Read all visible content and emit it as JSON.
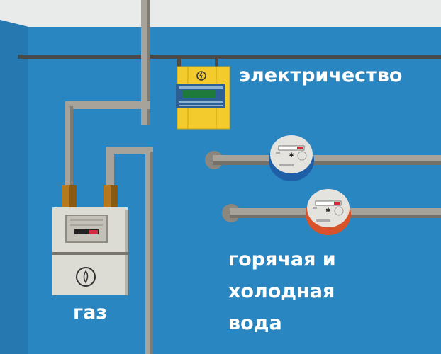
{
  "labels": {
    "electricity": "электричество",
    "gas": "газ",
    "water_line1": "горячая и",
    "water_line2": "холодная",
    "water_line3": "вода"
  },
  "colors": {
    "wall": "#2a86c0",
    "ceiling": "#e9eaea",
    "pipe": "#a8a39a",
    "electric_meter": "#f3cb2c",
    "cold_water": "#1f5fa8",
    "hot_water": "#d9532a"
  }
}
